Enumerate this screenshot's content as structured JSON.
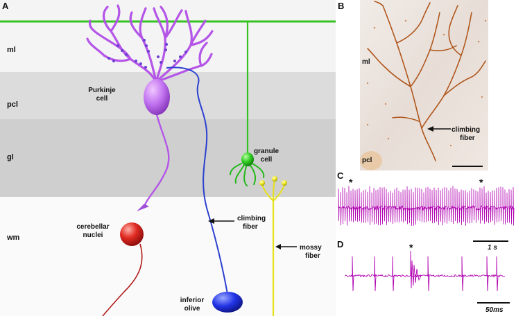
{
  "panels": {
    "a": "A",
    "b": "B",
    "c": "C",
    "d": "D"
  },
  "layers": {
    "ml": "ml",
    "pcl": "pcl",
    "gl": "gl",
    "wm": "wm"
  },
  "cells": {
    "purkinje_line1": "Purkinje",
    "purkinje_line2": "cell",
    "granule_line1": "granule",
    "granule_line2": "cell",
    "cerebellar_line1": "cerebellar",
    "cerebellar_line2": "nuclei",
    "olive_line1": "inferior",
    "olive_line2": "olive",
    "climbing_line1": "climbing",
    "climbing_line2": "fiber",
    "mossy_line1": "mossy",
    "mossy_line2": "fiber"
  },
  "panel_b": {
    "ml": "ml",
    "pcl": "pcl",
    "climbing_line1": "climbing",
    "climbing_line2": "fiber"
  },
  "panel_c": {
    "star": "*",
    "scale": "1 s"
  },
  "panel_d": {
    "star": "*",
    "scale": "50ms"
  },
  "colors": {
    "purkinje": "#b455e8",
    "climbing_fiber": "#2a3fd0",
    "parallel_fiber": "#33c21f",
    "granule": "#23b81a",
    "mossy_fiber": "#e6e01a",
    "nuclei": "#d42020",
    "olive": "#1e2fe0",
    "trace": "#b000b0"
  }
}
